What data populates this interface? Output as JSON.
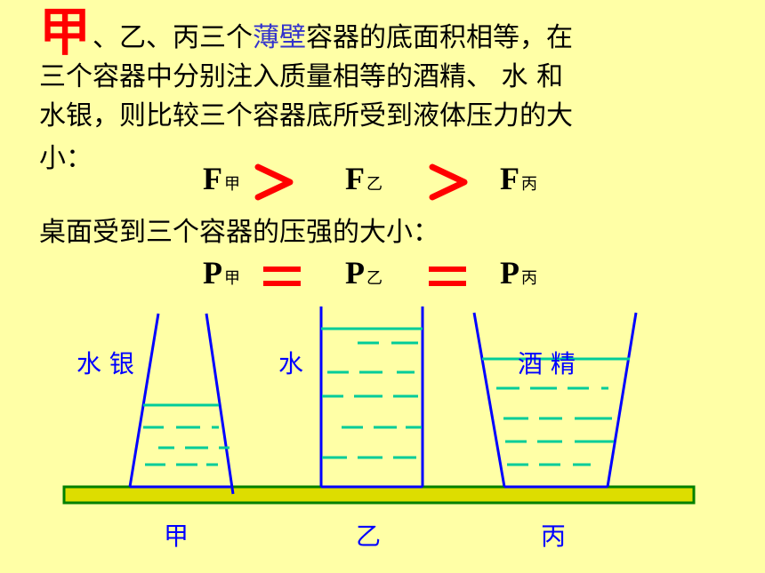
{
  "problem": {
    "highlight_char": "甲",
    "line1_rest_a": "、乙、丙三个",
    "line1_highlight": "薄壁",
    "line1_rest_b": "容器的底面积相等，在",
    "line2": "三个容器中分别注入质量相等的酒精、  水 和",
    "line3": "水银，则比较三个容器底所受到液体压力的大",
    "line4_prefix": "小：",
    "line5": "桌面受到三个容器的压强的大小："
  },
  "force_comparison": {
    "symbol": "F",
    "subs": [
      "甲",
      "乙",
      "丙"
    ],
    "operators": [
      ">",
      ">"
    ]
  },
  "pressure_comparison": {
    "symbol": "P",
    "subs": [
      "甲",
      "乙",
      "丙"
    ],
    "operators": [
      "=",
      "="
    ]
  },
  "containers": [
    {
      "liquid_label": "水 银",
      "name": "甲"
    },
    {
      "liquid_label": "水",
      "name": "乙"
    },
    {
      "liquid_label": "酒 精",
      "name": "丙"
    }
  ],
  "colors": {
    "background": "#ffffa6",
    "operator": "#ff0000",
    "container_wall": "#0000ff",
    "liquid_line": "#00cc99",
    "table_fill": "#dddd00",
    "table_border": "#008000"
  }
}
